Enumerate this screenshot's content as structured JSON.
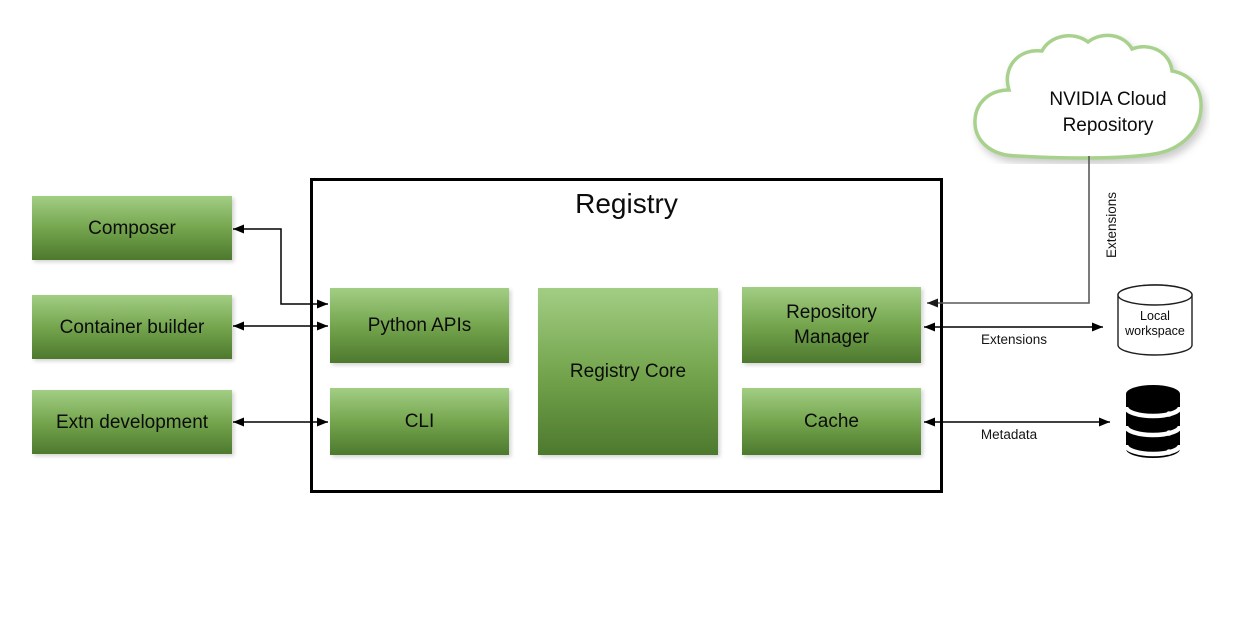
{
  "title": "Registry",
  "nodes": {
    "composer": "Composer",
    "container_builder": "Container builder",
    "extn_development": "Extn development",
    "python_apis": "Python APIs",
    "cli": "CLI",
    "registry_core": "Registry Core",
    "repository_manager": "Repository Manager",
    "cache": "Cache"
  },
  "cloud": {
    "label": "NVIDIA Cloud Repository"
  },
  "local_workspace": {
    "label": "Local workspace"
  },
  "edge_labels": {
    "extensions_vertical": "Extensions",
    "extensions_horizontal": "Extensions",
    "metadata": "Metadata"
  },
  "colors": {
    "node_gradient_top": "#a2ce84",
    "node_gradient_mid": "#73a44c",
    "node_gradient_bottom": "#4d792e",
    "cloud_stroke": "#a9d18e",
    "line": "#000000",
    "cloud_connector": "#595959"
  }
}
